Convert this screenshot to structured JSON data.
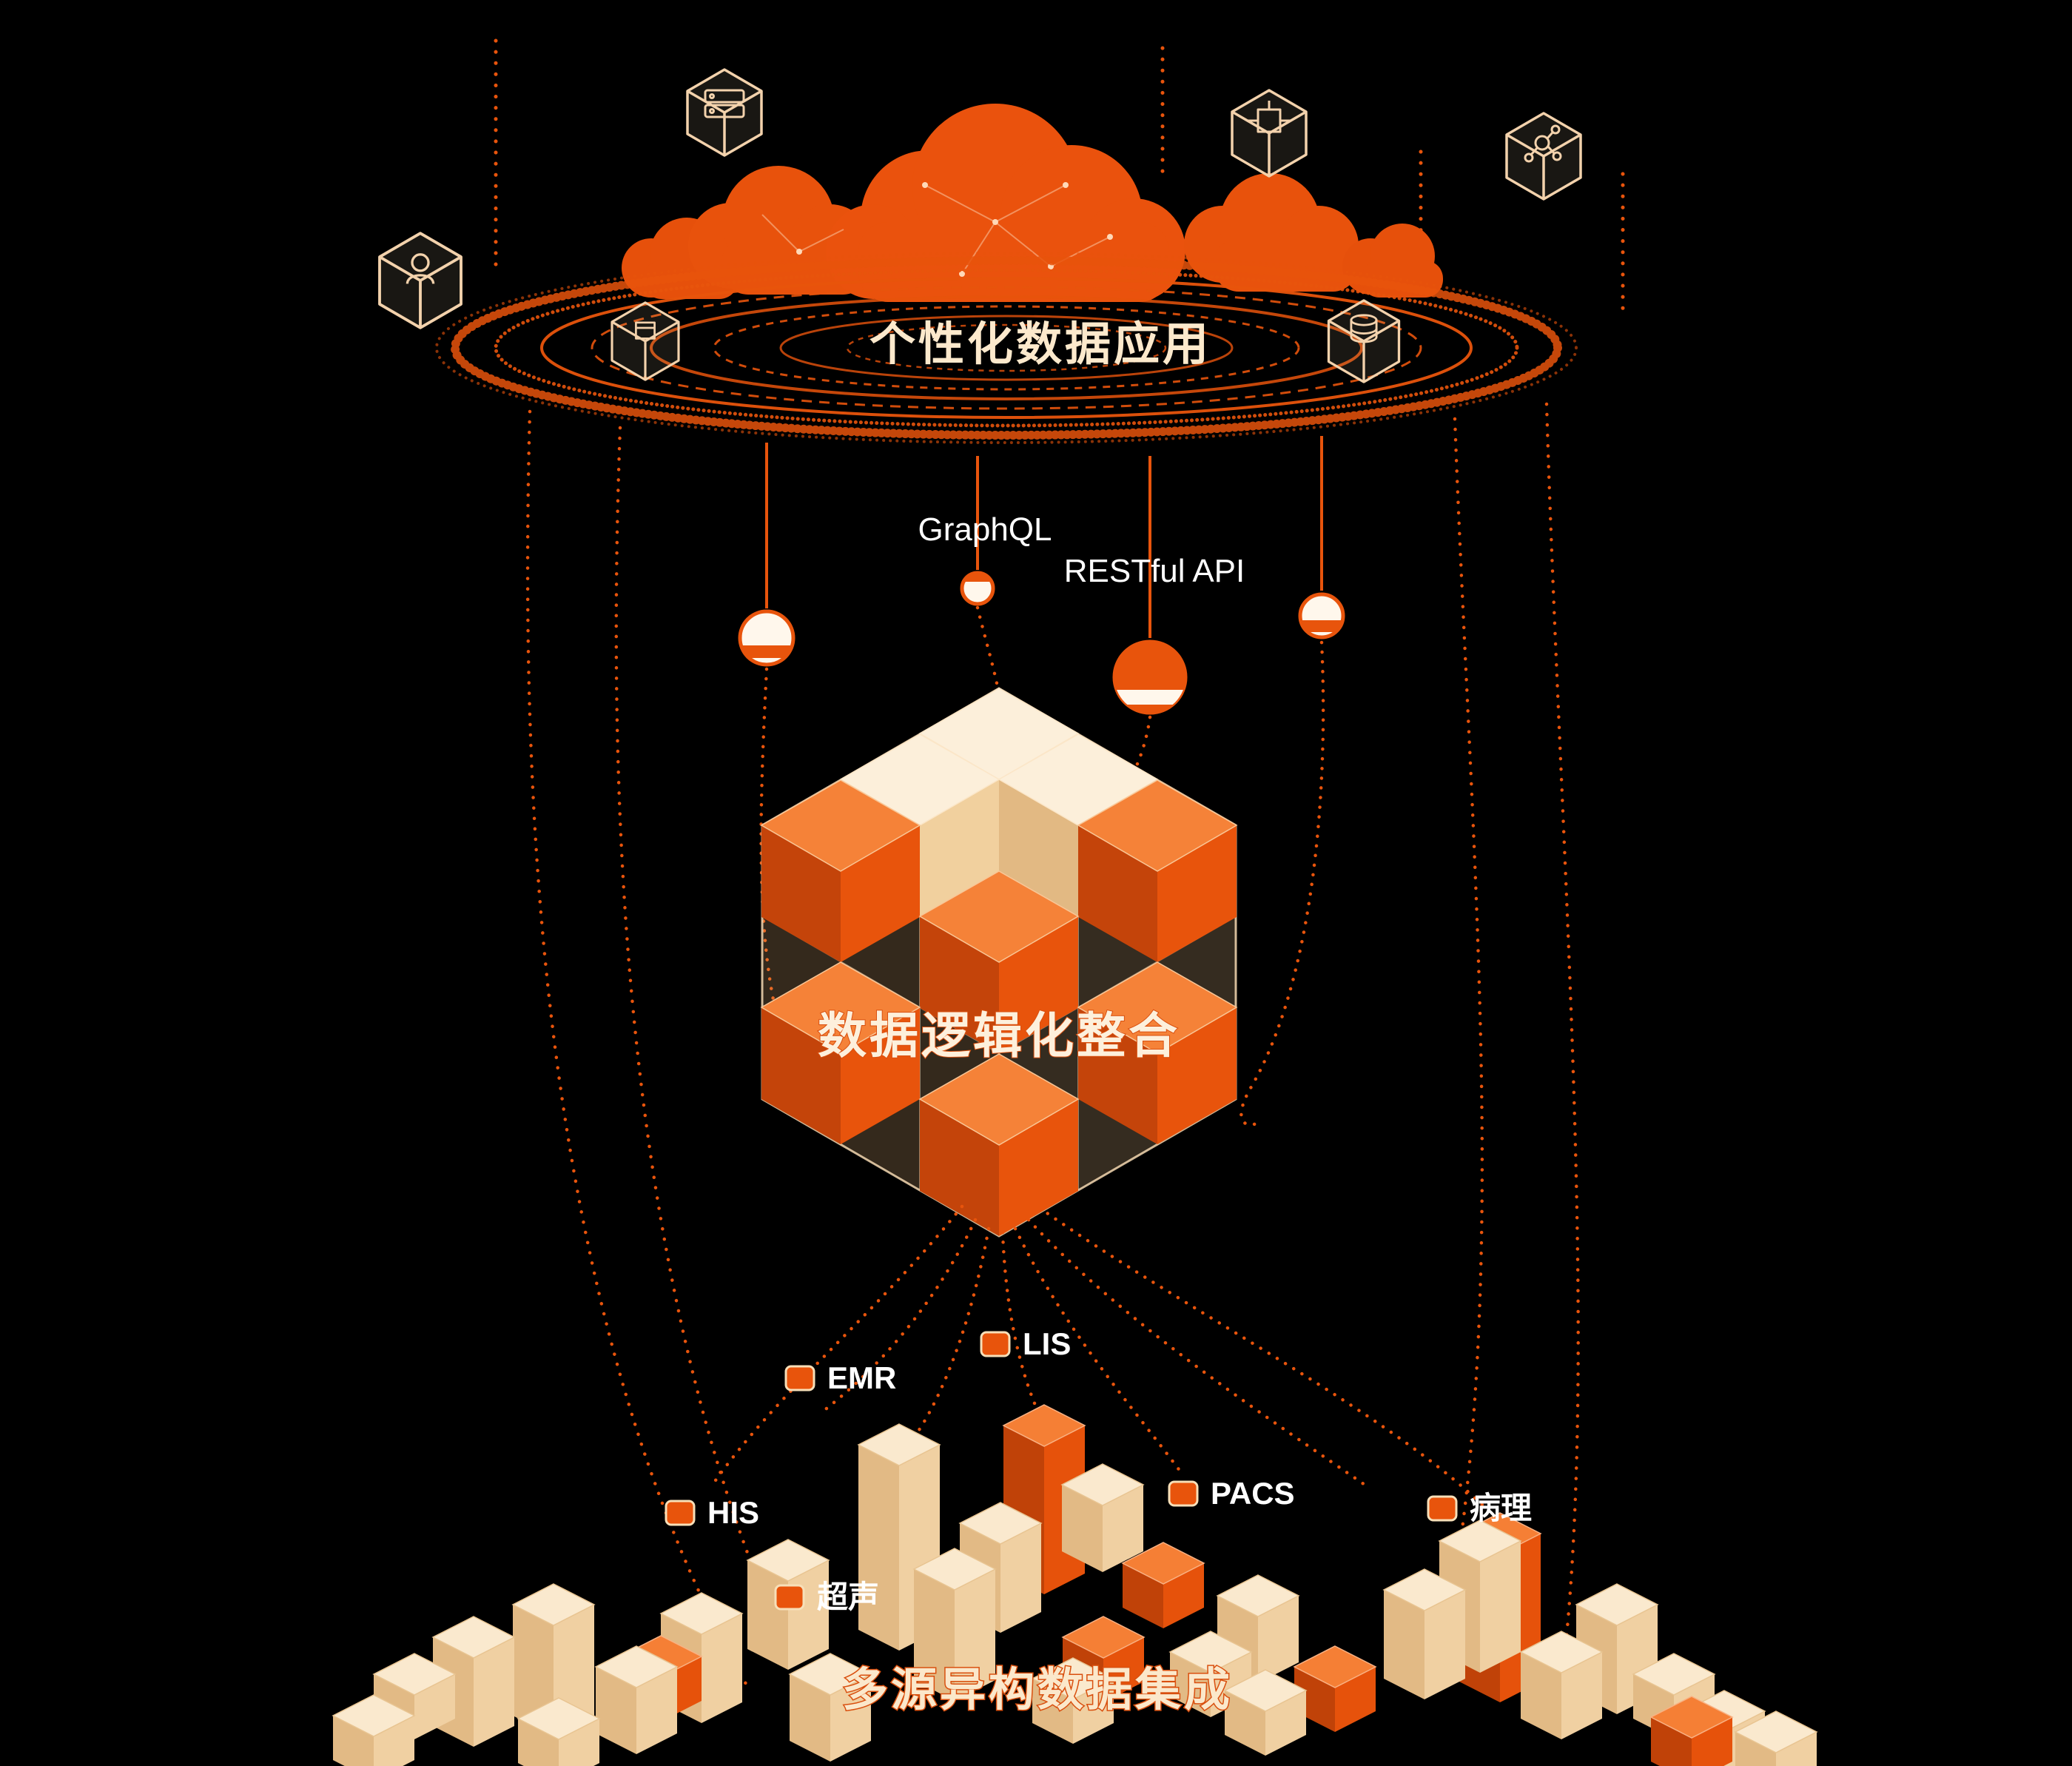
{
  "palette": {
    "background": "#000000",
    "orange": "#E8540C",
    "orange_bright": "#F58238",
    "orange_deep": "#C4440A",
    "cream": "#F7DFB8",
    "cream_light": "#FCEFDA",
    "white": "#FFFFFF"
  },
  "top_layer": {
    "title": "个性化数据应用",
    "floating_icons": [
      {
        "name": "server-cube-icon"
      },
      {
        "name": "circuit-cube-icon"
      },
      {
        "name": "molecule-cube-icon"
      },
      {
        "name": "user-cube-icon"
      },
      {
        "name": "box-cube-icon"
      },
      {
        "name": "database-cube-icon"
      }
    ]
  },
  "api_layer": {
    "labels": [
      {
        "label": "GraphQL"
      },
      {
        "label": "RESTful API"
      }
    ]
  },
  "integration_layer": {
    "title": "数据逻辑化整合"
  },
  "source_layer": {
    "title": "多源异构数据集成",
    "sources": [
      {
        "label": "EMR"
      },
      {
        "label": "LIS"
      },
      {
        "label": "HIS"
      },
      {
        "label": "PACS"
      },
      {
        "label": "病理"
      },
      {
        "label": "超声"
      }
    ]
  }
}
